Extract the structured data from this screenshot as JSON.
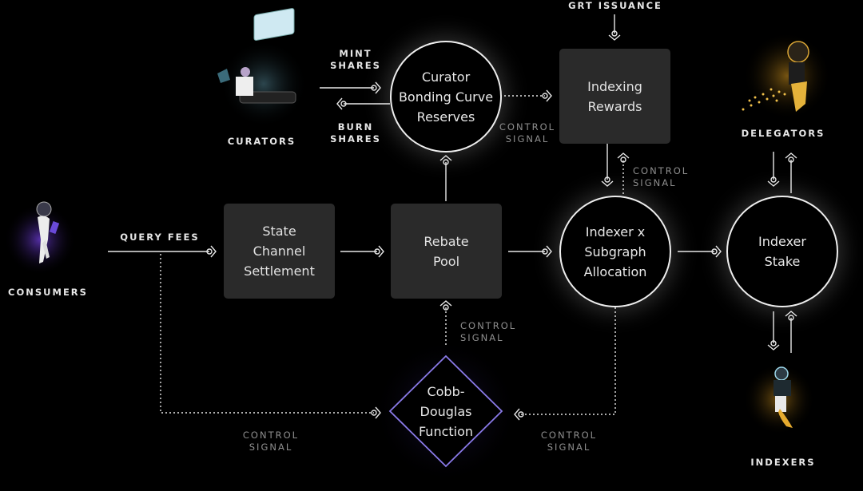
{
  "diagram": {
    "actors": {
      "curators": {
        "label": "CURATORS",
        "icon": "curator-robot-icon",
        "glow": "#9fd3e8"
      },
      "consumers": {
        "label": "CONSUMERS",
        "icon": "astronaut-consumer-icon",
        "glow": "#7a44d6"
      },
      "delegators": {
        "label": "DELEGATORS",
        "icon": "jetpack-delegator-icon",
        "glow": "#e7b23a"
      },
      "indexers": {
        "label": "INDEXERS",
        "icon": "astronaut-indexer-icon",
        "glow": "#e7b23a"
      }
    },
    "nodes": {
      "curator_bonding_curve": "Curator\nBonding Curve\nReserves",
      "indexing_rewards": "Indexing\nRewards",
      "state_channel": "State\nChannel\nSettlement",
      "rebate_pool": "Rebate\nPool",
      "allocation": "Indexer x\nSubgraph\nAllocation",
      "indexer_stake": "Indexer\nStake",
      "cobb_douglas": "Cobb-\nDouglas\nFunction"
    },
    "labels": {
      "grt_issuance": "GRT ISSUANCE",
      "mint_shares": "MINT\nSHARES",
      "burn_shares": "BURN\nSHARES",
      "query_fees": "QUERY FEES",
      "control_curve_rewards": "CONTROL\nSIGNAL",
      "control_rewards_allocation": "CONTROL\nSIGNAL",
      "control_cobb_rebate": "CONTROL\nSIGNAL",
      "control_fees_cobb": "CONTROL\nSIGNAL",
      "control_allocation_cobb": "CONTROL\nSIGNAL"
    },
    "colors": {
      "background": "#000000",
      "box_fill": "#2a2a2a",
      "line": "#e8e8e8",
      "diamond_stroke": "#8a7ae8",
      "control_text": "#8e8e8e"
    }
  }
}
